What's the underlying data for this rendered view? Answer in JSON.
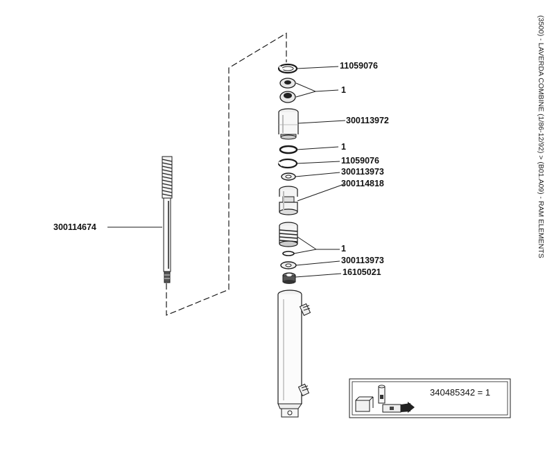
{
  "side_title": "(3500) - LAVERDA COMBINE (1/86-12/92) > (B01.A09) - RAM ELEMENTS",
  "labels": {
    "snap_ring_top": "11059076",
    "seal_kit_top": "1",
    "guide_bushing": "300113972",
    "o_ring": "1",
    "snap_ring_mid": "11059076",
    "washer_upper": "300113973",
    "piston": "300114818",
    "seal_kit_lower": "1",
    "washer_lower": "300113973",
    "nut": "16105021",
    "rod": "300114674"
  },
  "kit": {
    "text": "340485342 = 1"
  }
}
